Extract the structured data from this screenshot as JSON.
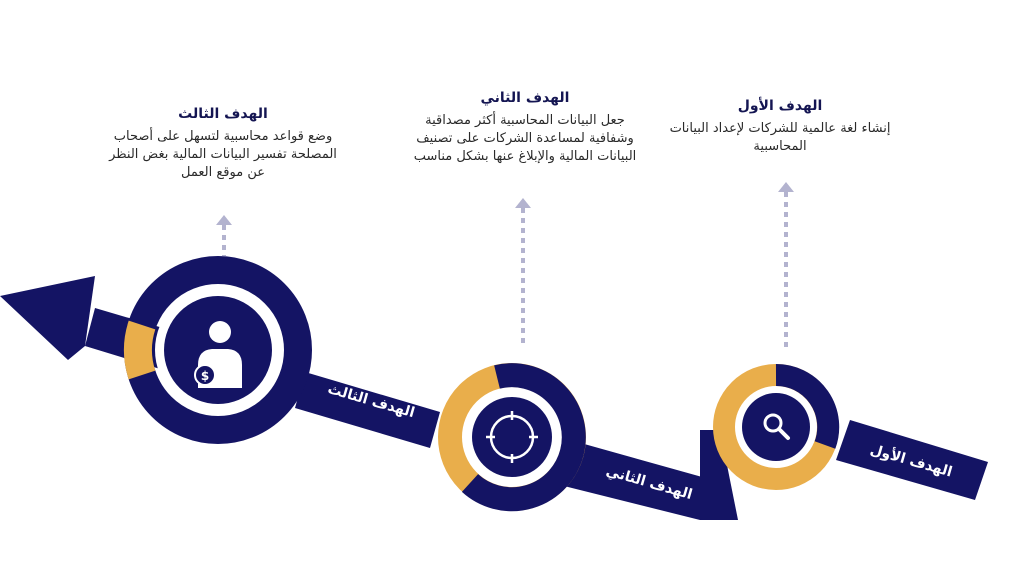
{
  "colors": {
    "navy": "#141464",
    "gold": "#E9AE4B",
    "dots": "#B3B3CF",
    "text": "#2a2a2a"
  },
  "goals": [
    {
      "title": "الهدف الأول",
      "text": "إنشاء لغة عالمية للشركات لإعداد البيانات المحاسبية",
      "band_label": "الهدف الأول",
      "icon": "search-icon"
    },
    {
      "title": "الهدف الثاني",
      "text": "جعل البيانات المحاسبية أكثر مصداقية وشفافية لمساعدة الشركات على تصنيف البيانات المالية والإبلاغ عنها بشكل مناسب",
      "band_label": "الهدف الثاني",
      "icon": "target-icon"
    },
    {
      "title": "الهدف الثالث",
      "text": "وضع قواعد محاسبية لتسهل على أصحاب المصلحة تفسير البيانات المالية بغض النظر عن موقع العمل",
      "band_label": "الهدف الثالث",
      "icon": "user-money-icon"
    }
  ]
}
